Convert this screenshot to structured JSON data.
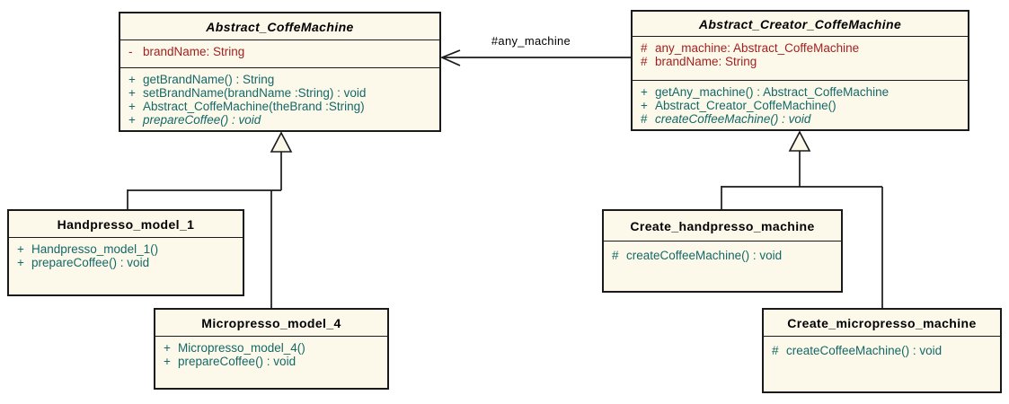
{
  "diagram": {
    "type": "uml-class-diagram",
    "colors": {
      "background": "#ffffff",
      "box_fill": "#fdf9ea",
      "box_border": "#1a1a1a",
      "title_text": "#000000",
      "attribute_text": "#9e1e1e",
      "method_text": "#136868",
      "label_text": "#000000"
    },
    "classes": [
      {
        "name": "Abstract_CoffeMachine",
        "abstract": true,
        "attributes": [
          {
            "visibility": "-",
            "text": "brandName: String",
            "italic": false
          }
        ],
        "methods": [
          {
            "visibility": "+",
            "text": "getBrandName() : String",
            "italic": false
          },
          {
            "visibility": "+",
            "text": "setBrandName(brandName :String) : void",
            "italic": false
          },
          {
            "visibility": "+",
            "text": "Abstract_CoffeMachine(theBrand :String)",
            "italic": false
          },
          {
            "visibility": "+",
            "text": "prepareCoffee() : void",
            "italic": true
          }
        ]
      },
      {
        "name": "Abstract_Creator_CoffeMachine",
        "abstract": true,
        "attributes": [
          {
            "visibility": "#",
            "text": "any_machine: Abstract_CoffeMachine",
            "italic": false
          },
          {
            "visibility": "#",
            "text": "brandName: String",
            "italic": false
          }
        ],
        "methods": [
          {
            "visibility": "+",
            "text": "getAny_machine() : Abstract_CoffeMachine",
            "italic": false
          },
          {
            "visibility": "+",
            "text": "Abstract_Creator_CoffeMachine()",
            "italic": false
          },
          {
            "visibility": "#",
            "text": "createCoffeeMachine() : void",
            "italic": true
          }
        ]
      },
      {
        "name": "Handpresso_model_1",
        "abstract": false,
        "attributes": [],
        "methods": [
          {
            "visibility": "+",
            "text": "Handpresso_model_1()",
            "italic": false
          },
          {
            "visibility": "+",
            "text": "prepareCoffee() : void",
            "italic": false
          }
        ]
      },
      {
        "name": "Micropresso_model_4",
        "abstract": false,
        "attributes": [],
        "methods": [
          {
            "visibility": "+",
            "text": "Micropresso_model_4()",
            "italic": false
          },
          {
            "visibility": "+",
            "text": "prepareCoffee() : void",
            "italic": false
          }
        ]
      },
      {
        "name": "Create_handpresso_machine",
        "abstract": false,
        "attributes": [],
        "methods": [
          {
            "visibility": "#",
            "text": "createCoffeeMachine() : void",
            "italic": false
          }
        ]
      },
      {
        "name": "Create_micropresso_machine",
        "abstract": false,
        "attributes": [],
        "methods": [
          {
            "visibility": "#",
            "text": "createCoffeeMachine() : void",
            "italic": false
          }
        ]
      }
    ],
    "relationships": [
      {
        "type": "association",
        "label": "#any_machine",
        "from": "Abstract_Creator_CoffeMachine",
        "to": "Abstract_CoffeMachine",
        "arrow": "open"
      },
      {
        "type": "generalization",
        "from": "Handpresso_model_1",
        "to": "Abstract_CoffeMachine"
      },
      {
        "type": "generalization",
        "from": "Micropresso_model_4",
        "to": "Abstract_CoffeMachine"
      },
      {
        "type": "generalization",
        "from": "Create_handpresso_machine",
        "to": "Abstract_Creator_CoffeMachine"
      },
      {
        "type": "generalization",
        "from": "Create_micropresso_machine",
        "to": "Abstract_Creator_CoffeMachine"
      }
    ]
  }
}
